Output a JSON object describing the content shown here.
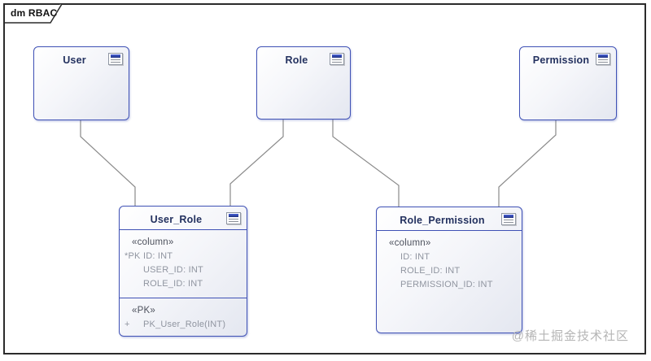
{
  "frame": {
    "label": "dm RBAC"
  },
  "watermark": {
    "text": "@稀土掘金技术社区"
  },
  "colors": {
    "entity_border": "#3f51b5",
    "entity_fill_top": "#ffffff",
    "entity_fill_bottom": "#e4e7f0",
    "title_text": "#23315f",
    "stereotype_text": "#4c505c",
    "field_text": "#9095a0",
    "connector": "#8a8a8a",
    "frame_border": "#2b2b2b",
    "icon_bar": "#1d2f80"
  },
  "entities": [
    {
      "name": "User"
    },
    {
      "name": "Role"
    },
    {
      "name": "Permission"
    },
    {
      "name": "User_Role",
      "columns_stereotype": "«column»",
      "columns": [
        {
          "prefix": "*PK",
          "text": "ID: INT"
        },
        {
          "prefix": "",
          "text": "USER_ID: INT"
        },
        {
          "prefix": "",
          "text": "ROLE_ID: INT"
        }
      ],
      "operations_stereotype": "«PK»",
      "operations": [
        {
          "prefix": "+",
          "text": "PK_User_Role(INT)"
        }
      ]
    },
    {
      "name": "Role_Permission",
      "columns_stereotype": "«column»",
      "columns": [
        {
          "prefix": "",
          "text": "ID: INT"
        },
        {
          "prefix": "",
          "text": "ROLE_ID: INT"
        },
        {
          "prefix": "",
          "text": "PERMISSION_ID: INT"
        }
      ]
    }
  ]
}
